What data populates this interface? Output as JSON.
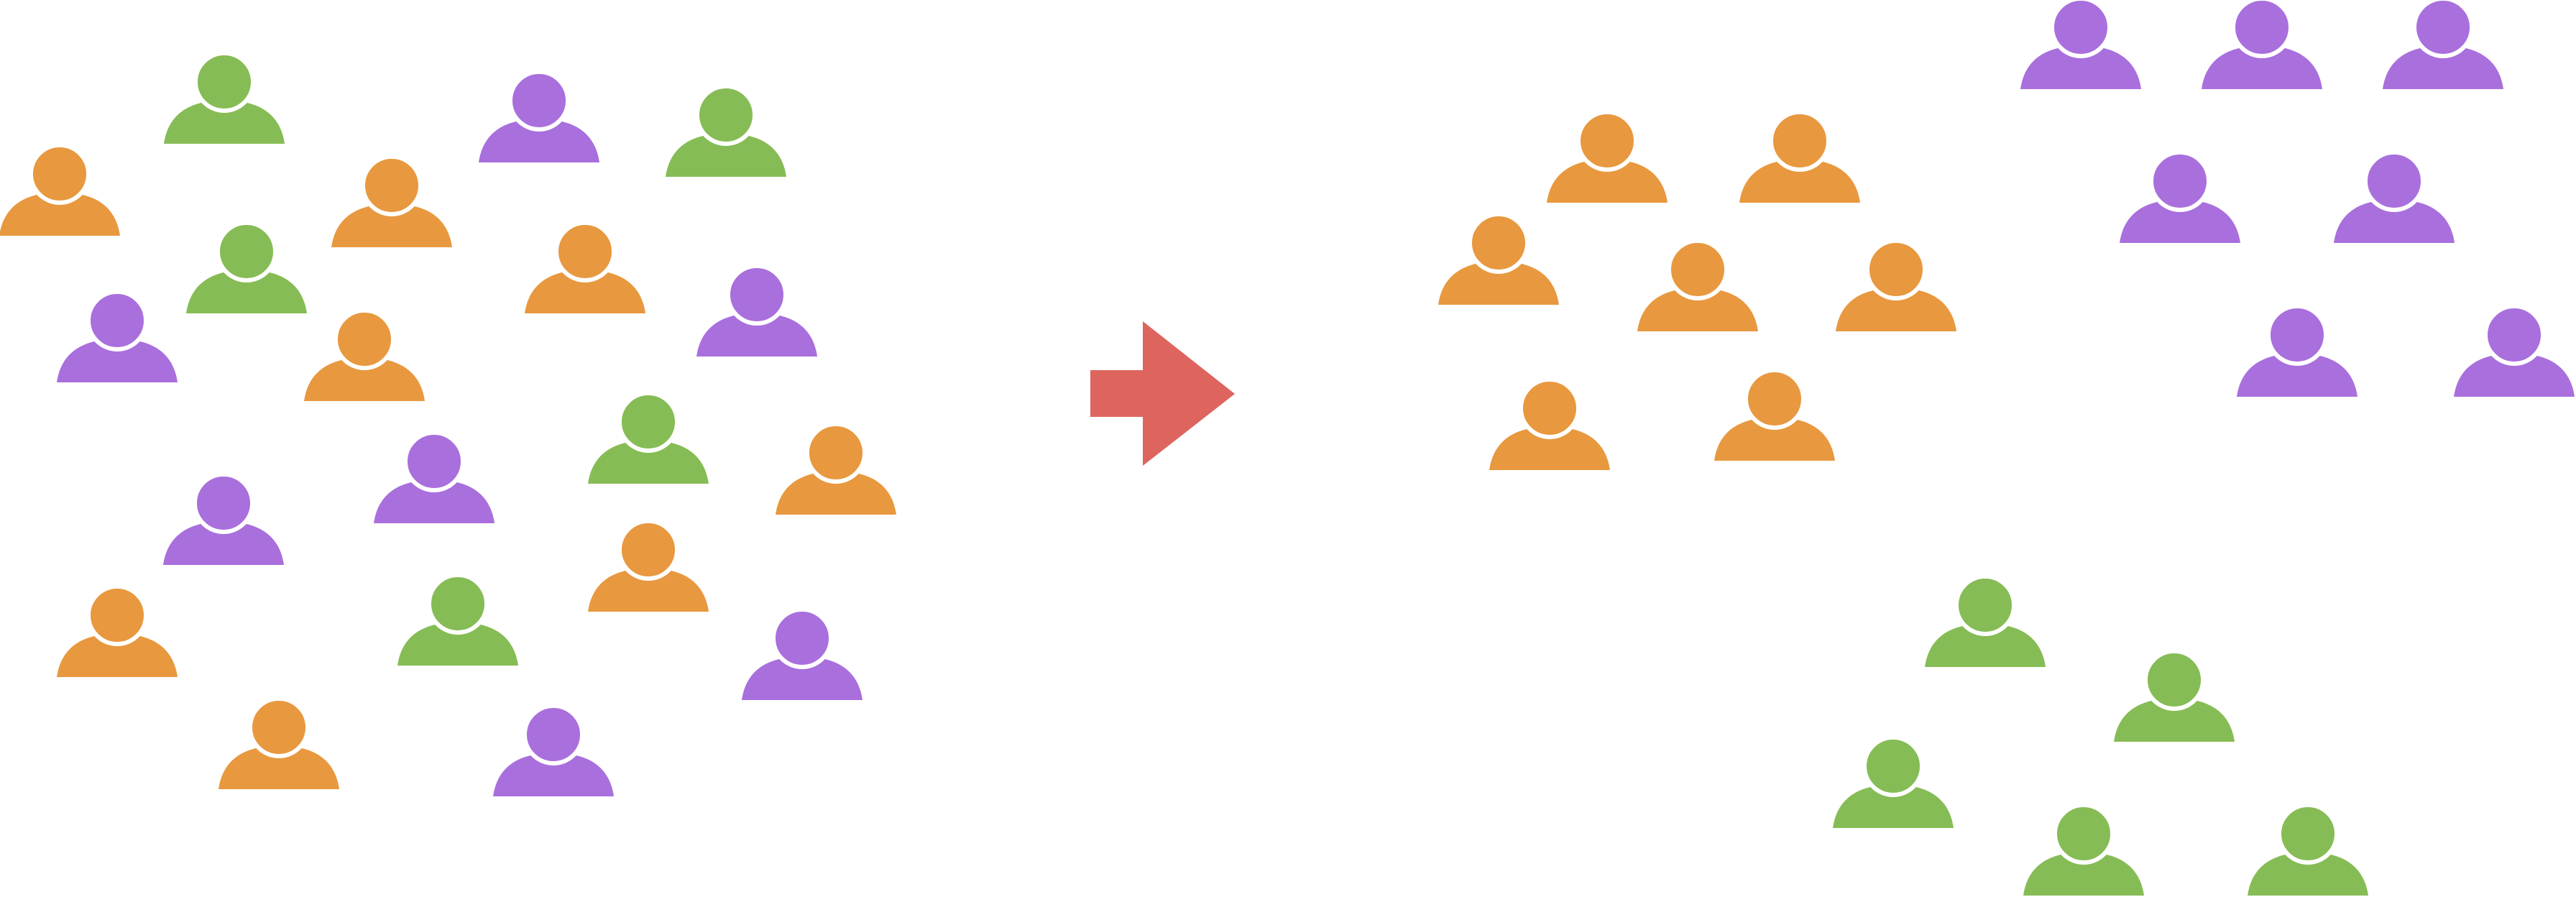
{
  "colors": {
    "orange": "#E8983E",
    "green": "#86BC55",
    "purple": "#A96FDD",
    "arrow": "#DE655E",
    "background": "#FFFFFF",
    "outline": "#FFFFFF"
  },
  "icon": "person-icon",
  "arrow_icon": "right-arrow-icon",
  "groups": {
    "mixed_crowd": {
      "people": [
        "orange",
        "green",
        "purple",
        "green",
        "orange",
        "green",
        "orange",
        "purple",
        "purple",
        "orange",
        "purple",
        "green",
        "orange",
        "purple",
        "orange",
        "orange",
        "green",
        "purple",
        "orange",
        "purple"
      ]
    },
    "sorted": {
      "orange_cluster": [
        "orange",
        "orange",
        "orange",
        "orange",
        "orange",
        "orange",
        "orange"
      ],
      "purple_cluster": [
        "purple",
        "purple",
        "purple",
        "purple",
        "purple",
        "purple",
        "purple"
      ],
      "green_cluster": [
        "green",
        "green",
        "green",
        "green",
        "green"
      ]
    }
  }
}
